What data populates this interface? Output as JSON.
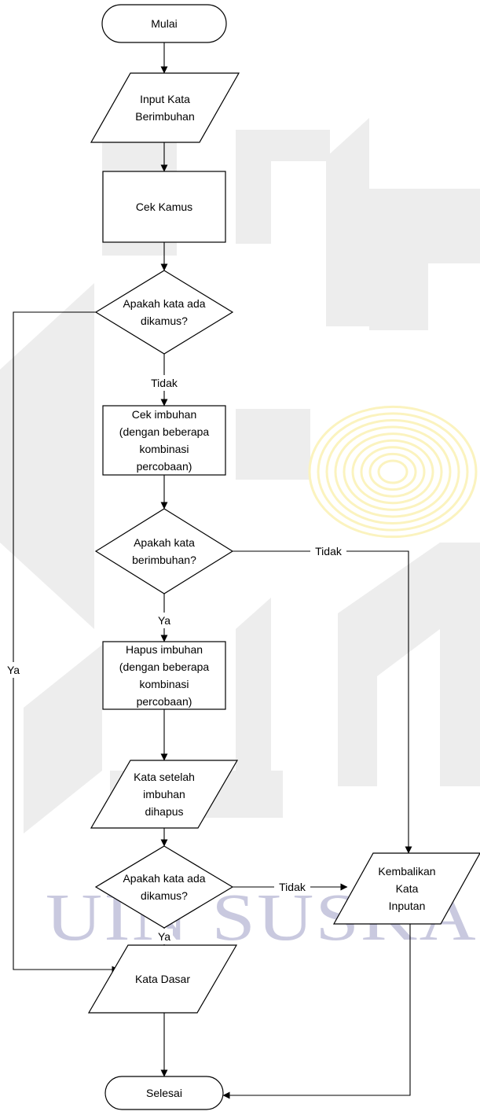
{
  "diagram": {
    "nodes": {
      "start": {
        "shape": "terminator",
        "lines": [
          "Mulai"
        ]
      },
      "input": {
        "shape": "parallelogram",
        "lines": [
          "Input Kata",
          "Berimbuhan"
        ]
      },
      "cek_kamus": {
        "shape": "rect",
        "lines": [
          "Cek Kamus"
        ]
      },
      "d1": {
        "shape": "diamond",
        "lines": [
          "Apakah kata ada",
          "dikamus?"
        ]
      },
      "cek_imbuhan": {
        "shape": "rect",
        "lines": [
          "Cek imbuhan",
          "(dengan beberapa",
          "kombinasi",
          "percobaan)"
        ]
      },
      "d2": {
        "shape": "diamond",
        "lines": [
          "Apakah kata",
          "berimbuhan?"
        ]
      },
      "hapus": {
        "shape": "rect",
        "lines": [
          "Hapus imbuhan",
          "(dengan beberapa",
          "kombinasi",
          "percobaan)"
        ]
      },
      "setelah": {
        "shape": "parallelogram",
        "lines": [
          "Kata setelah",
          "imbuhan",
          "dihapus"
        ]
      },
      "d3": {
        "shape": "diamond",
        "lines": [
          "Apakah kata ada",
          "dikamus?"
        ]
      },
      "kembali": {
        "shape": "parallelogram",
        "lines": [
          "Kembalikan",
          "Kata",
          "Inputan"
        ]
      },
      "dasar": {
        "shape": "parallelogram",
        "lines": [
          "Kata Dasar"
        ]
      },
      "end": {
        "shape": "terminator",
        "lines": [
          "Selesai"
        ]
      }
    },
    "edges": [
      {
        "from": "start",
        "to": "input",
        "label": ""
      },
      {
        "from": "input",
        "to": "cek_kamus",
        "label": ""
      },
      {
        "from": "cek_kamus",
        "to": "d1",
        "label": ""
      },
      {
        "from": "d1",
        "to": "cek_imbuhan",
        "label": "Tidak"
      },
      {
        "from": "d1",
        "to": "dasar",
        "label": "Ya"
      },
      {
        "from": "cek_imbuhan",
        "to": "d2",
        "label": ""
      },
      {
        "from": "d2",
        "to": "hapus",
        "label": "Ya"
      },
      {
        "from": "d2",
        "to": "kembali",
        "label": "Tidak"
      },
      {
        "from": "hapus",
        "to": "setelah",
        "label": ""
      },
      {
        "from": "setelah",
        "to": "d3",
        "label": ""
      },
      {
        "from": "d3",
        "to": "dasar",
        "label": "Ya"
      },
      {
        "from": "d3",
        "to": "kembali",
        "label": "Tidak"
      },
      {
        "from": "dasar",
        "to": "end",
        "label": ""
      },
      {
        "from": "kembali",
        "to": "end",
        "label": ""
      }
    ]
  },
  "watermark": {
    "text": "UIN SUSKA",
    "text_color": "#c9c9df",
    "shape_color": "#ededed",
    "emblem_color": "#fbf3bf"
  }
}
